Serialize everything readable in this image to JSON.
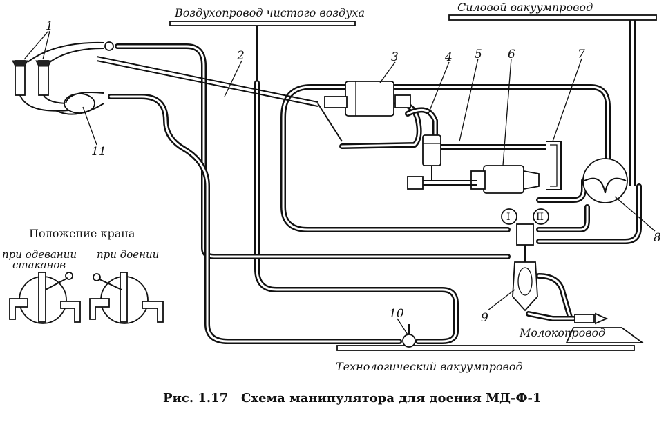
{
  "pipes": {
    "clean_air": "Воздухопровод чистого воздуха",
    "power_vacuum": "Силовой вакуумпровод",
    "milk": "Молокопровод",
    "process_vacuum": "Технологический вакуумпровод"
  },
  "valve_legend": {
    "title": "Положение крана",
    "fitting_cups_line1": "при одевании",
    "fitting_cups_line2": "стаканов",
    "milking": "при доении"
  },
  "numbers": {
    "n1": "1",
    "n2": "2",
    "n3": "3",
    "n4": "4",
    "n5": "5",
    "n6": "6",
    "n7": "7",
    "n8": "8",
    "n9": "9",
    "n10": "10",
    "n11": "11"
  },
  "roman": {
    "r1": "I",
    "r2": "II"
  },
  "caption": "Рис. 1.17   Схема манипулятора для доения МД-Ф-1"
}
